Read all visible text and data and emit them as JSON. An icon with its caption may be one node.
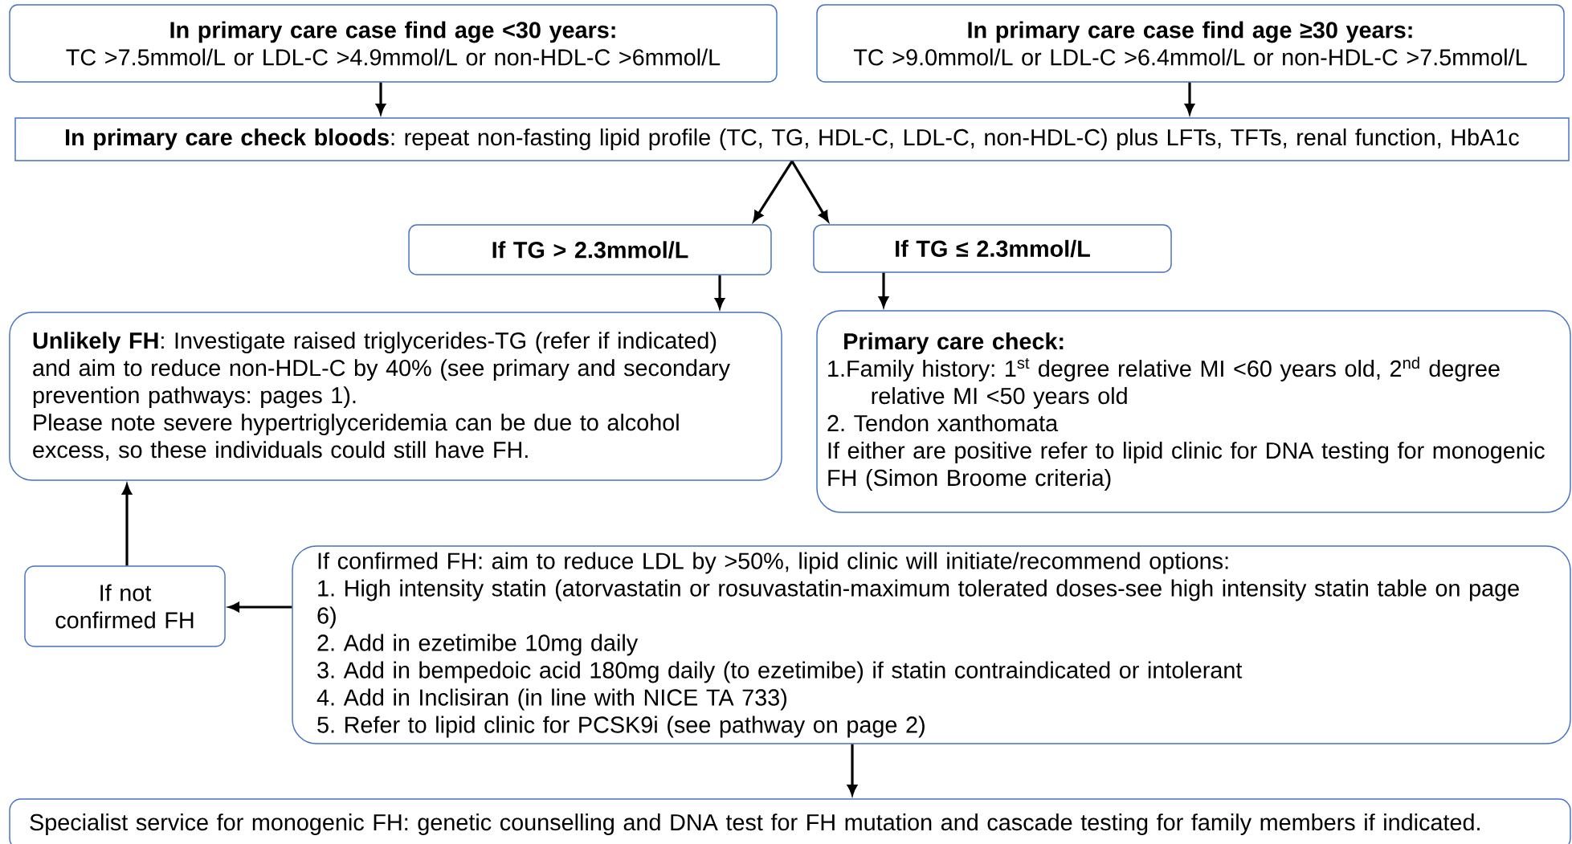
{
  "diagram": {
    "nodes": [
      {
        "text": [
          "In primary care case find age <30 years:",
          "TC >7.5mmol/L or LDL-C >4.9mmol/L or non-HDL-C >6mmol/L"
        ]
      },
      {
        "text": [
          "In primary care case find age ≥30 years:",
          "TC >9.0mmol/L or LDL-C >6.4mmol/L or non-HDL-C >7.5mmol/L"
        ]
      },
      {
        "text": [
          "**In primary care check bloods**: repeat non-fasting lipid profile (TC, TG, HDL-C, LDL-C, non-HDL-C) plus LFTs, TFTs, renal function, HbA1c"
        ]
      },
      {
        "text": [
          "If TG > 2.3mmol/L"
        ]
      },
      {
        "text": [
          "If TG ≤ 2.3mmol/L"
        ]
      },
      {
        "text": [
          "**Unlikely FH**: Investigate raised triglycerides-TG (refer if indicated) and aim to reduce non-HDL-C by 40% (see primary and secondary prevention pathways: pages 1).",
          "Please note severe hypertriglyceridemia can be due to alcohol excess, so these individuals could still have FH."
        ]
      },
      {
        "text": [
          "Primary care check:",
          "1.Family history: 1$^{st}$ degree relative MI <60 years old, 2$^{nd}$ degree relative MI <50 years old",
          "2. Tendon xanthomata",
          "If either are positive refer to lipid clinic for DNA testing for monogenic FH (Simon Broome criteria)"
        ]
      },
      {
        "text": [
          "If not confirmed FH"
        ]
      },
      {
        "text": [
          "If confirmed FH: aim to reduce LDL by >50%, lipid clinic will initiate/recommend options:",
          "1. High intensity statin (atorvastatin or rosuvastatin-maximum tolerated doses-see high intensity statin table on page 6)",
          "2. Add in ezetimibe 10mg daily",
          "3. Add in bempedoic acid 180mg daily (to ezetimibe) if statin contraindicated or intolerant",
          "4. Add in Inclisiran (in line with NICE TA 733)",
          "5. Refer to lipid clinic for PCSK9i (see pathway on page 2)"
        ]
      },
      {
        "text": [
          "Specialist service for monogenic FH: genetic counselling and DNA test for FH mutation and cascade testing for family members if indicated."
        ]
      }
    ],
    "edges": [
      {
        "from": 0,
        "to": 2,
        "arrow": "to"
      },
      {
        "from": 1,
        "to": 2,
        "arrow": "to"
      },
      {
        "from": 2,
        "to": 3,
        "arrow": "to"
      },
      {
        "from": 2,
        "to": 4,
        "arrow": "to"
      },
      {
        "from": 3,
        "to": 5,
        "arrow": "to"
      },
      {
        "from": 4,
        "to": 6,
        "arrow": "to"
      },
      {
        "from": 7,
        "to": 5,
        "arrow": "to"
      },
      {
        "from": 8,
        "to": 7,
        "arrow": "to"
      },
      {
        "from": 8,
        "to": 9,
        "arrow": "to"
      }
    ]
  }
}
